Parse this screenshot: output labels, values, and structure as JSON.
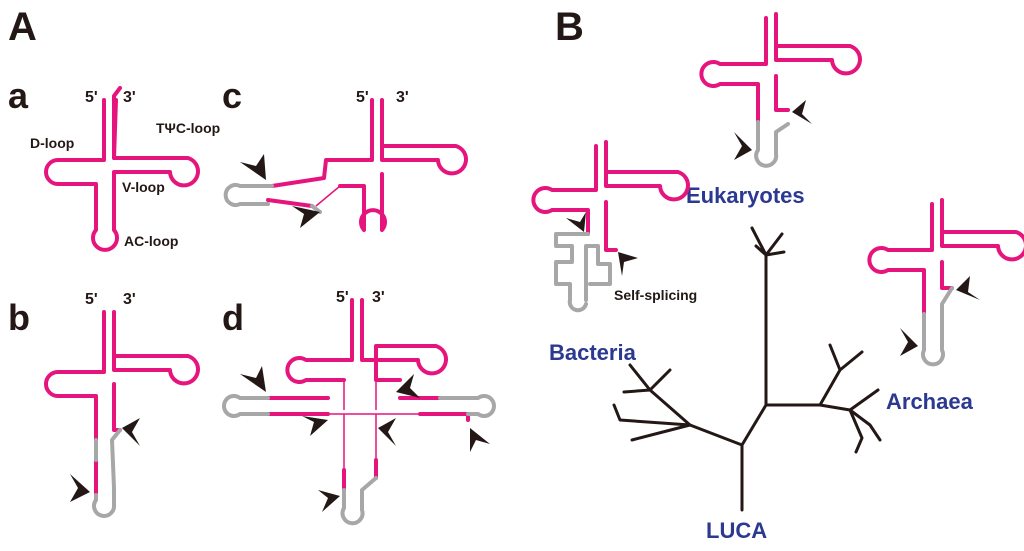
{
  "panels": {
    "A": "A",
    "B": "B",
    "sub": [
      "a",
      "b",
      "c",
      "d"
    ]
  },
  "trna_labels": {
    "five_prime": "5'",
    "three_prime": "3'",
    "d_loop": "D-loop",
    "tpsic_loop": "TΨC-loop",
    "v_loop": "V-loop",
    "ac_loop": "AC-loop"
  },
  "intron_label": "Self-splicing",
  "domains": {
    "eukaryotes": "Eukaryotes",
    "bacteria": "Bacteria",
    "archaea": "Archaea",
    "luca": "LUCA"
  },
  "colors": {
    "trna": "#e6157e",
    "intron": "#a7a7a7",
    "text": "#231815",
    "domain_text": "#2b3990"
  }
}
